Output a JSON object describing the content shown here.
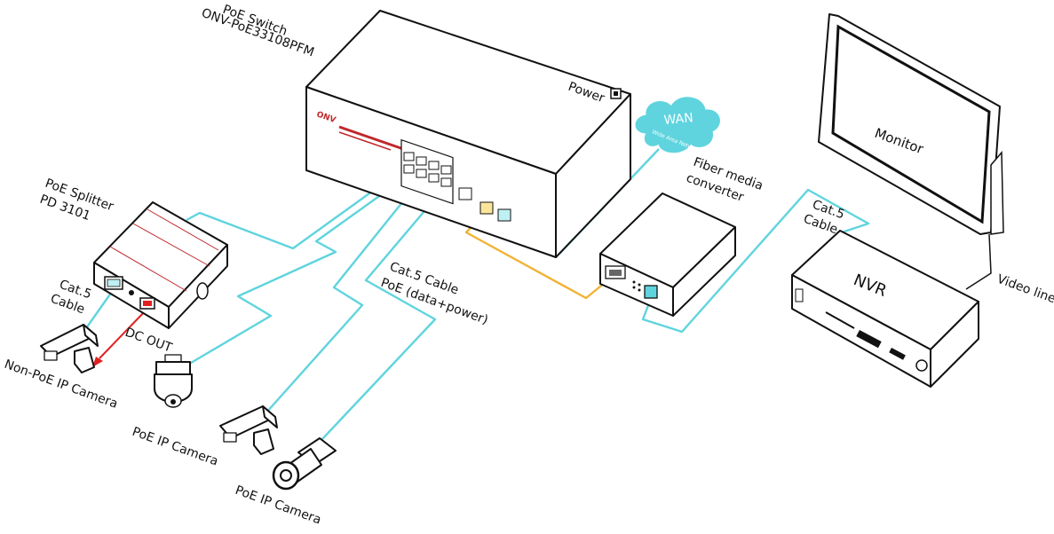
{
  "labels": {
    "switch_line1": "PoE  Switch",
    "switch_line2": "ONV-PoE33108PFM",
    "power": "Power",
    "wan": "WAN",
    "wan_sub": "Wide Area Network",
    "fiber_line1": "Fiber media",
    "fiber_line2": "converter",
    "splitter_line1": "PoE Splitter",
    "splitter_line2": "PD 3101",
    "cat5_left_line1": "Cat.5",
    "cat5_left_line2": "Cable",
    "dc_out": "DC OUT",
    "cat5_mid_line1": "Cat.5 Cable",
    "cat5_mid_line2": "PoE (data+power)",
    "non_poe_camera": "Non-PoE IP Camera",
    "poe_camera_1": "PoE IP Camera",
    "poe_camera_2": "PoE IP Camera",
    "monitor": "Monitor",
    "nvr": "NVR",
    "cat5_right_line1": "Cat.5",
    "cat5_right_line2": "Cable",
    "video_line": "Video line",
    "brand": "ONV"
  },
  "colors": {
    "ethernet_cable": "#5fd4de",
    "fiber_cable": "#f2b233",
    "power_cable": "#e02020",
    "outline": "#111111",
    "brand_red": "#c0282c"
  },
  "icons": [
    "poe-switch",
    "wan-cloud",
    "fiber-media-converter",
    "poe-splitter",
    "bullet-camera",
    "dome-camera",
    "box-camera",
    "monitor",
    "nvr"
  ]
}
